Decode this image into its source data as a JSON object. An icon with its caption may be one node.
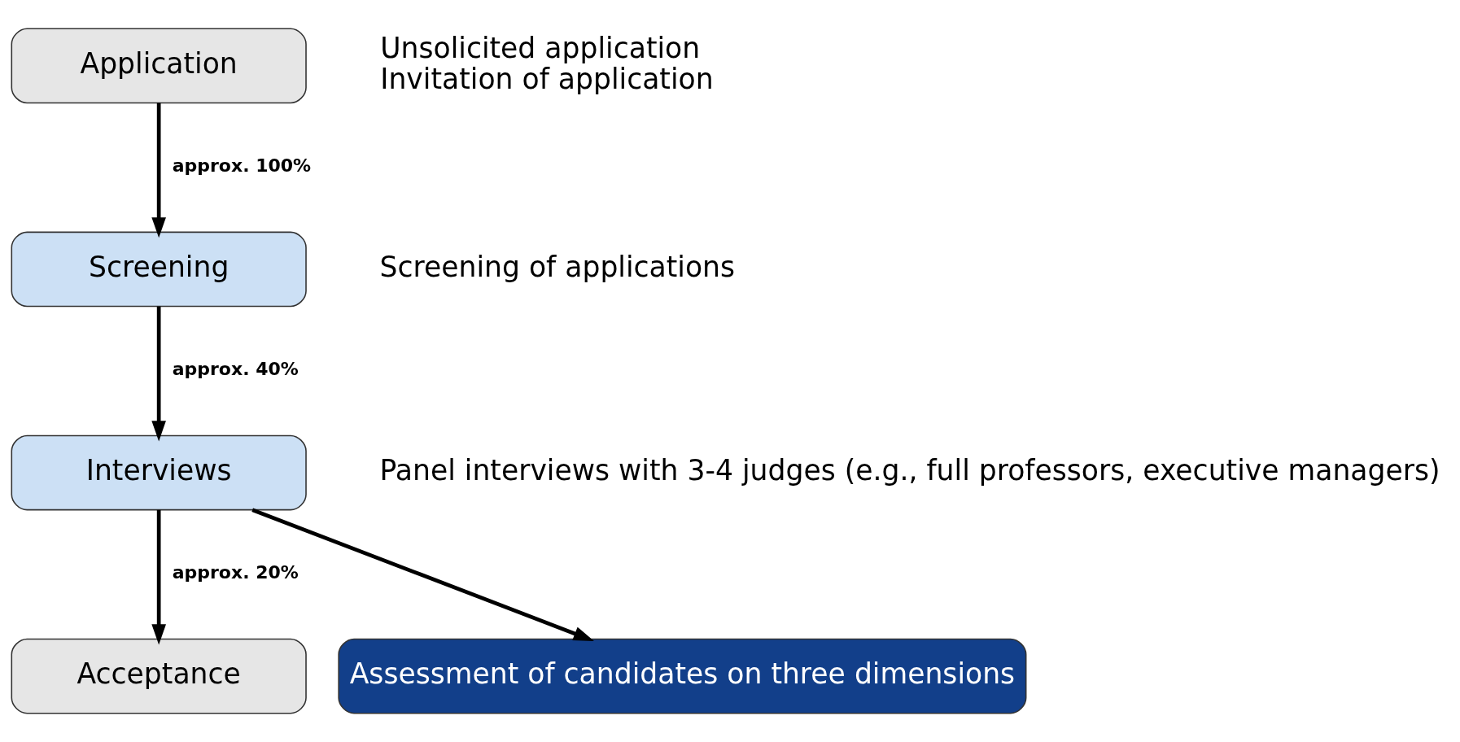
{
  "diagram": {
    "nodes": [
      {
        "text": [
          "Application"
        ],
        "beside": [
          "Unsolicited application",
          "Invitation of application"
        ]
      },
      {
        "text": [
          "Screening"
        ],
        "beside": [
          "Screening of applications"
        ]
      },
      {
        "text": [
          "Interviews"
        ],
        "beside": [
          "Panel interviews with 3-4 judges (e.g., full professors, executive managers)"
        ]
      },
      {
        "text": [
          "Acceptance"
        ]
      },
      {
        "text": [
          "Assessment of candidates on three dimensions"
        ]
      }
    ],
    "edges": [
      {
        "from": 0,
        "to": 1,
        "arrow": "to",
        "label": "approx. 100%"
      },
      {
        "from": 1,
        "to": 2,
        "arrow": "to",
        "label": "approx. 40%"
      },
      {
        "from": 2,
        "to": 3,
        "arrow": "to",
        "label": "approx. 20%"
      },
      {
        "from": 2,
        "to": 4,
        "arrow": "to"
      }
    ]
  }
}
